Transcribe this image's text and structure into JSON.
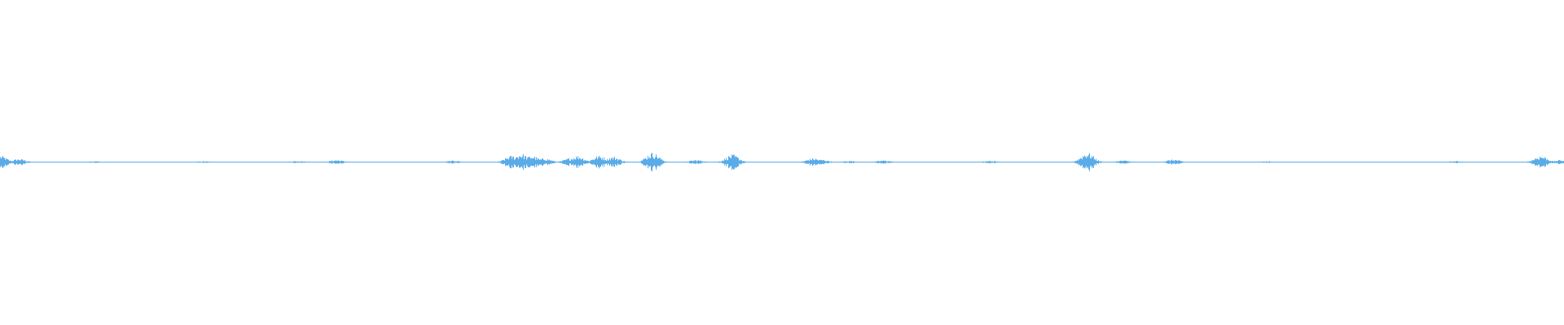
{
  "waveform": {
    "color": "#5aace8",
    "baseline_color": "#5aace8",
    "peaks": [
      {
        "t": 0.0,
        "a": 0.03
      },
      {
        "t": 0.012,
        "a": 0.015
      },
      {
        "t": 0.06,
        "a": 0.004
      },
      {
        "t": 0.13,
        "a": 0.004
      },
      {
        "t": 0.19,
        "a": 0.006
      },
      {
        "t": 0.215,
        "a": 0.01
      },
      {
        "t": 0.29,
        "a": 0.007
      },
      {
        "t": 0.327,
        "a": 0.03
      },
      {
        "t": 0.333,
        "a": 0.04
      },
      {
        "t": 0.34,
        "a": 0.03
      },
      {
        "t": 0.348,
        "a": 0.018
      },
      {
        "t": 0.365,
        "a": 0.02
      },
      {
        "t": 0.369,
        "a": 0.03
      },
      {
        "t": 0.383,
        "a": 0.03
      },
      {
        "t": 0.392,
        "a": 0.025
      },
      {
        "t": 0.417,
        "a": 0.045
      },
      {
        "t": 0.445,
        "a": 0.01
      },
      {
        "t": 0.468,
        "a": 0.035
      },
      {
        "t": 0.52,
        "a": 0.018
      },
      {
        "t": 0.525,
        "a": 0.012
      },
      {
        "t": 0.543,
        "a": 0.006
      },
      {
        "t": 0.565,
        "a": 0.008
      },
      {
        "t": 0.633,
        "a": 0.006
      },
      {
        "t": 0.695,
        "a": 0.045
      },
      {
        "t": 0.718,
        "a": 0.008
      },
      {
        "t": 0.75,
        "a": 0.012
      },
      {
        "t": 0.81,
        "a": 0.004
      },
      {
        "t": 0.93,
        "a": 0.005
      },
      {
        "t": 0.985,
        "a": 0.03
      },
      {
        "t": 0.998,
        "a": 0.01
      }
    ]
  }
}
